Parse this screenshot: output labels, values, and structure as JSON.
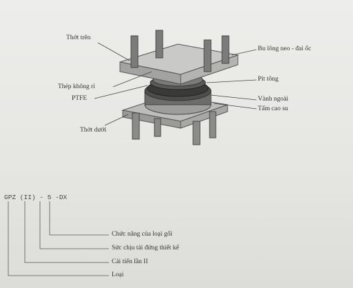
{
  "diagram": {
    "labels": {
      "top_plate": "Thớt trên",
      "anchor_bolt": "Bu lông neo - đai ốc",
      "piston": "Pít tông",
      "stainless_steel": "Thép không rỉ",
      "ptfe": "PTFE",
      "outer_ring": "Vành ngoài",
      "rubber_pad": "Tấm cao su",
      "bottom_plate": "Thớt dưới"
    }
  },
  "model_code": {
    "code": "GPZ (II) - 5 -DX",
    "legend": [
      "Chức năng của loại gối",
      "Sức chịu tải đứng thiết kế",
      "Cải tiến lần II",
      "Loại"
    ]
  }
}
